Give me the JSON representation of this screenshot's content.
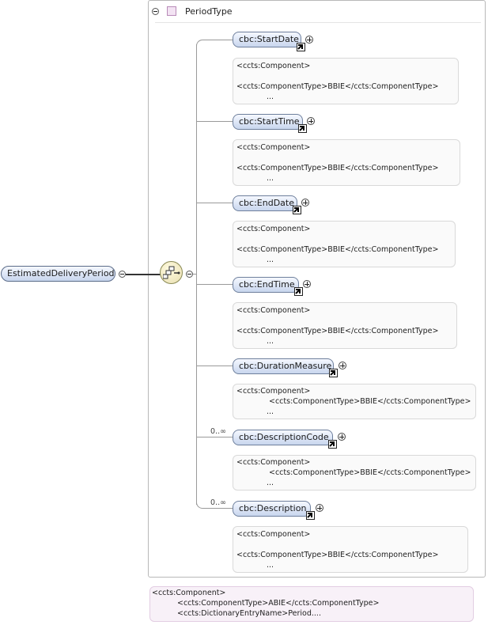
{
  "root": {
    "label": "EstimatedDeliveryPeriod"
  },
  "type": {
    "label": "PeriodType"
  },
  "elements": [
    {
      "label": "cbc:StartDate",
      "cardinality": "",
      "doc": [
        "<ccts:Component>",
        "<ccts:ComponentType>BBIE</ccts:ComponentType>",
        "..."
      ]
    },
    {
      "label": "cbc:StartTime",
      "cardinality": "",
      "doc": [
        "<ccts:Component>",
        "<ccts:ComponentType>BBIE</ccts:ComponentType>",
        "..."
      ]
    },
    {
      "label": "cbc:EndDate",
      "cardinality": "",
      "doc": [
        "<ccts:Component>",
        "<ccts:ComponentType>BBIE</ccts:ComponentType>",
        "..."
      ]
    },
    {
      "label": "cbc:EndTime",
      "cardinality": "",
      "doc": [
        "<ccts:Component>",
        "<ccts:ComponentType>BBIE</ccts:ComponentType>",
        "..."
      ]
    },
    {
      "label": "cbc:DurationMeasure",
      "cardinality": "",
      "doc": [
        "<ccts:Component>",
        "<ccts:ComponentType>BBIE</ccts:ComponentType>",
        "..."
      ]
    },
    {
      "label": "cbc:DescriptionCode",
      "cardinality": "0..∞",
      "doc": [
        "<ccts:Component>",
        "<ccts:ComponentType>BBIE</ccts:ComponentType>",
        "..."
      ]
    },
    {
      "label": "cbc:Description",
      "cardinality": "0..∞",
      "doc": [
        "<ccts:Component>",
        "<ccts:ComponentType>BBIE</ccts:ComponentType>",
        "..."
      ]
    }
  ],
  "root_doc": [
    "<ccts:Component>",
    "<ccts:ComponentType>ABIE</ccts:ComponentType>",
    "<ccts:DictionaryEntryName>Period...."
  ],
  "colors": {
    "node_fill": "#c8d6ee",
    "node_border": "#6e7f9c",
    "type_icon": "#f3e3f3"
  }
}
